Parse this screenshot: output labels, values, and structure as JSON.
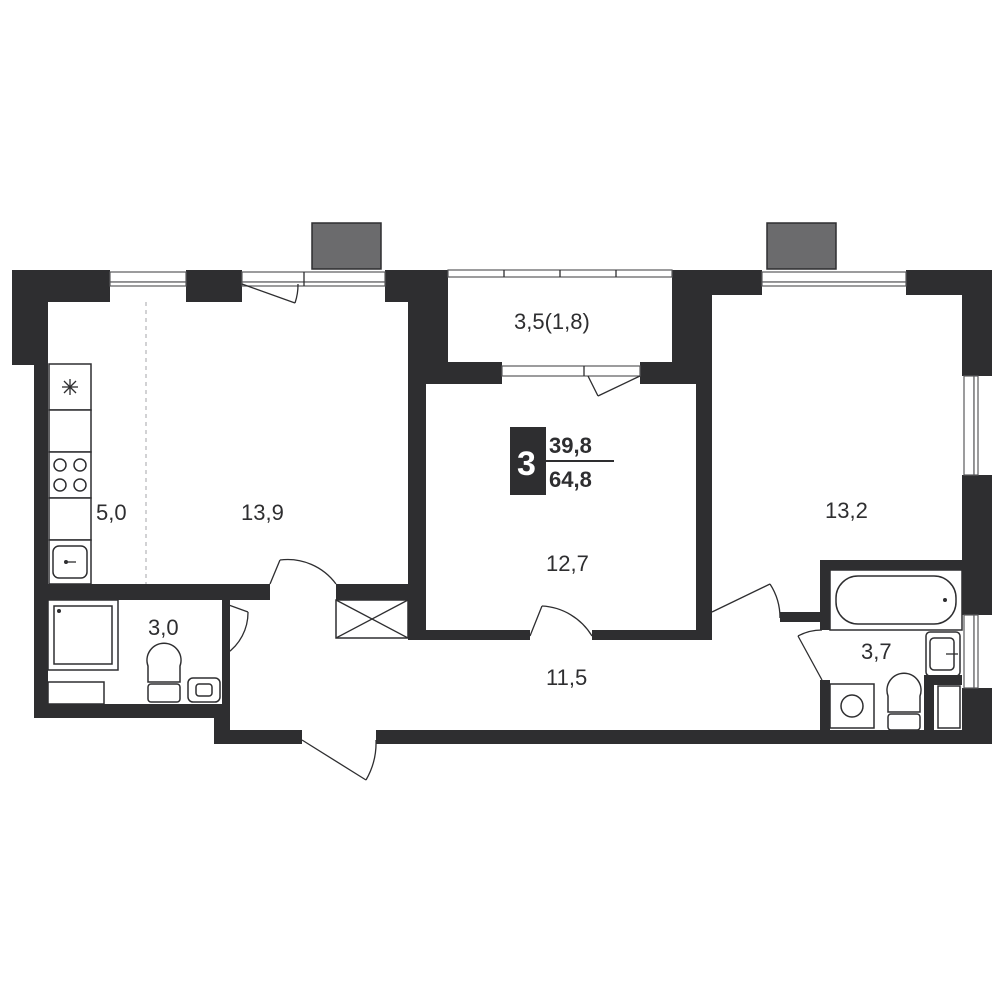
{
  "apartment": {
    "rooms_count": "3",
    "living_area": "39,8",
    "total_area": "64,8"
  },
  "rooms": {
    "kitchen_zone": "5,0",
    "living_kitchen": "13,9",
    "balcony": "3,5(1,8)",
    "bedroom_center": "12,7",
    "bedroom_right": "13,2",
    "bathroom_left": "3,0",
    "hallway": "11,5",
    "bathroom_right": "3,7"
  },
  "colors": {
    "wall": "#2e2e30",
    "ac_unit": "#6b6b6d",
    "background": "#ffffff"
  },
  "icons": [
    "stove-icon",
    "hood-icon",
    "sink-icon",
    "shower-icon",
    "toilet-icon",
    "bathtub-icon",
    "washer-icon",
    "ventilation-shaft-icon",
    "window-icon",
    "door-icon",
    "ac-unit-icon"
  ]
}
